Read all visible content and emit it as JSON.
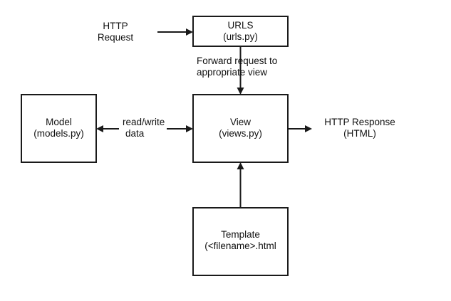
{
  "diagram": {
    "nodes": {
      "urls": {
        "line1": "URLS",
        "line2": "(urls.py)"
      },
      "model": {
        "line1": "Model",
        "line2": "(models.py)"
      },
      "view": {
        "line1": "View",
        "line2": "(views.py)"
      },
      "template": {
        "line1": "Template",
        "line2": "(<filename>.html"
      }
    },
    "labels": {
      "http_request": {
        "line1": "HTTP",
        "line2": "Request"
      },
      "forward": {
        "line1": "Forward request to",
        "line2": "appropriate view"
      },
      "read_write": {
        "line1": "read/write",
        "line2": "data"
      },
      "http_response": {
        "line1": "HTTP Response",
        "line2": "(HTML)"
      }
    }
  }
}
